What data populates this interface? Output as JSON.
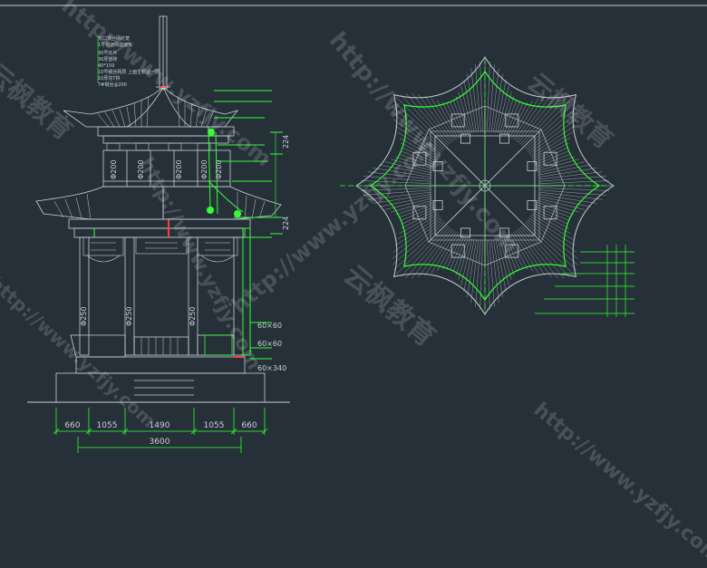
{
  "drawing": {
    "notes": [
      "瓦口钢丝网灯笼",
      "1号钢丝网屋面板",
      "30号瓦片",
      "30厚望砖",
      "40*150",
      "10号钢丝网层 上面生铜屋一层",
      "10厚花T拼",
      "7#钢丝@200"
    ],
    "elevation_marks": {
      "upper": "224",
      "lower": "224"
    },
    "column_labels": [
      "Φ200",
      "Φ200",
      "Φ200",
      "Φ200",
      "Φ200"
    ],
    "post_labels": [
      "Φ250",
      "Φ250",
      "Φ250"
    ],
    "section_labels": [
      "60×60",
      "60×60",
      "60×340"
    ],
    "dimensions": [
      "660",
      "1055",
      "1490",
      "1055",
      "660"
    ],
    "total_dimension": "3600"
  },
  "watermarks": [
    "http://www.yzfjy.com",
    "云枫教育"
  ],
  "colors": {
    "background": "#263038",
    "linework": "#c9d0d6",
    "green": "#33ff33",
    "red": "#ff4040"
  }
}
